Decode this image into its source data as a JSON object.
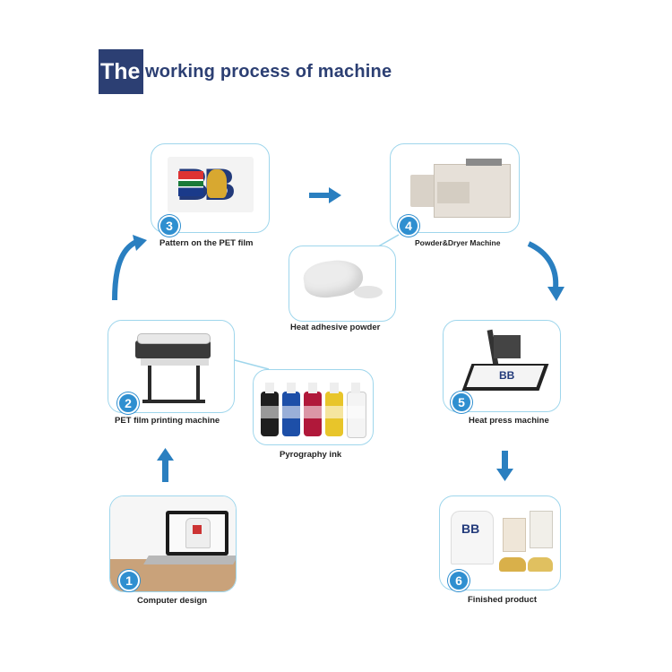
{
  "title": {
    "prefix": "The",
    "rest": "working process of machine"
  },
  "steps": [
    {
      "number": "1",
      "label": "Computer design"
    },
    {
      "number": "2",
      "label": "PET film printing machine"
    },
    {
      "number": "3",
      "label": "Pattern on the PET film"
    },
    {
      "number": "4",
      "label": "Powder&Dryer Machine"
    },
    {
      "number": "5",
      "label": "Heat press machine"
    },
    {
      "number": "6",
      "label": "Finished product"
    }
  ],
  "extras": {
    "powder": {
      "label": "Heat adhesive powder"
    },
    "ink": {
      "label": "Pyrography ink"
    }
  },
  "film_text": "BB",
  "colors": {
    "title": "#2c3f73",
    "accent": "#2f8fd0",
    "card_border": "#9fd6ec",
    "arrow": "#2a7fc0"
  }
}
